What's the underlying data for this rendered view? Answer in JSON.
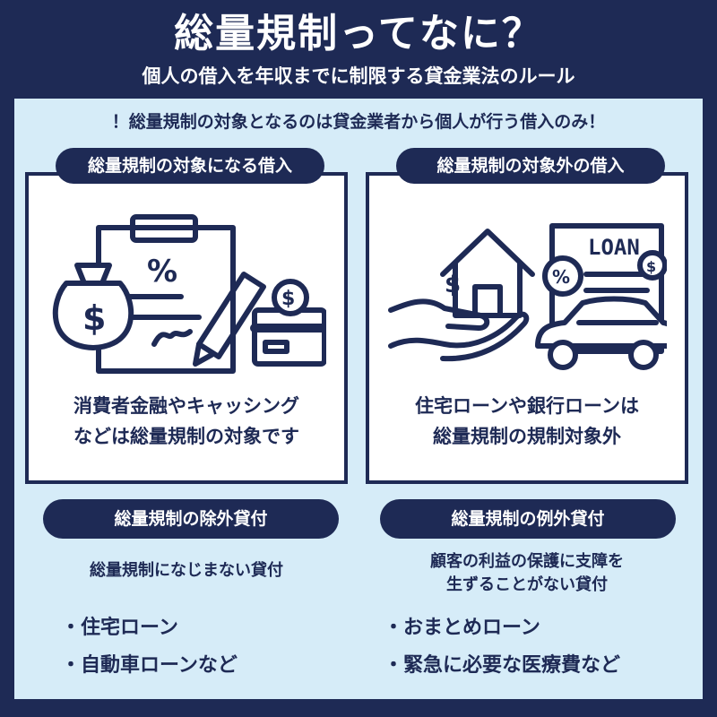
{
  "header": {
    "title": "総量規制ってなに？",
    "subtitle": "個人の借入を年収までに制限する貸金業法のルール"
  },
  "notice": "！総量規制の対象となるのは貸金業者から個人が行う借入のみ！",
  "cards": [
    {
      "label": "総量規制の対象になる借入",
      "caption_lines": [
        "消費者金融やキャッシング",
        "などは総量規制の対象です"
      ]
    },
    {
      "label": "総量規制の対象外の借入",
      "caption_lines": [
        "住宅ローンや銀行ローンは",
        "総量規制の規制対象外"
      ],
      "art_text": "LOAN"
    }
  ],
  "bottom": [
    {
      "label": "総量規制の除外貸付",
      "lead_lines": [
        "総量規制になじまない貸付"
      ],
      "bullet_marker": "・",
      "items": [
        "住宅ローン",
        "自動車ローンなど"
      ]
    },
    {
      "label": "総量規制の例外貸付",
      "lead_lines": [
        "顧客の利益の保護に支障を",
        "生ずることがない貸付"
      ],
      "bullet_marker": "・",
      "items": [
        "おまとめローン",
        "緊急に必要な医療費など"
      ]
    }
  ],
  "colors": {
    "navy": "#1e2a55",
    "panel": "#d6ecf8",
    "white": "#ffffff"
  }
}
